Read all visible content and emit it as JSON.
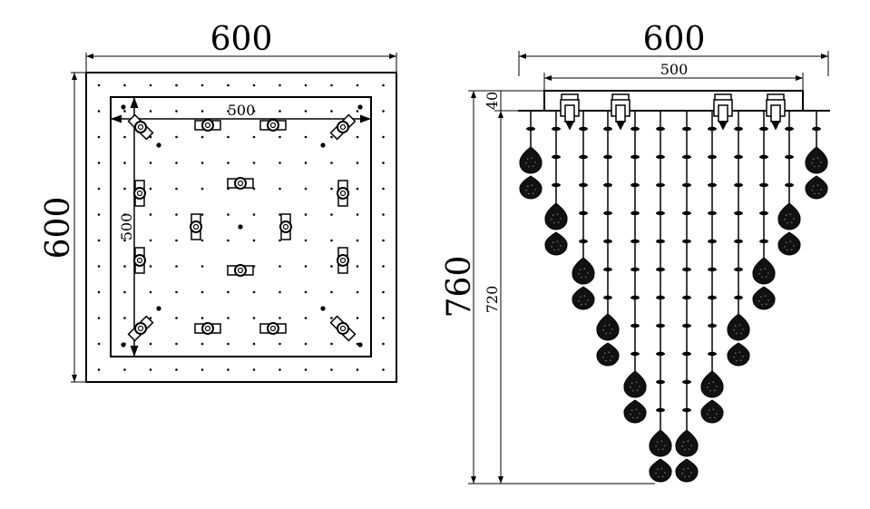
{
  "top_view": {
    "overall_width_label": "600",
    "overall_depth_label": "600",
    "inner_width_label": "500",
    "inner_depth_label": "500"
  },
  "side_view": {
    "overall_width_label": "600",
    "plate_width_label": "500",
    "plate_height_label": "40",
    "overall_height_label": "760",
    "drop_height_label": "720"
  },
  "colors": {
    "line": "#000000",
    "background": "#ffffff"
  }
}
